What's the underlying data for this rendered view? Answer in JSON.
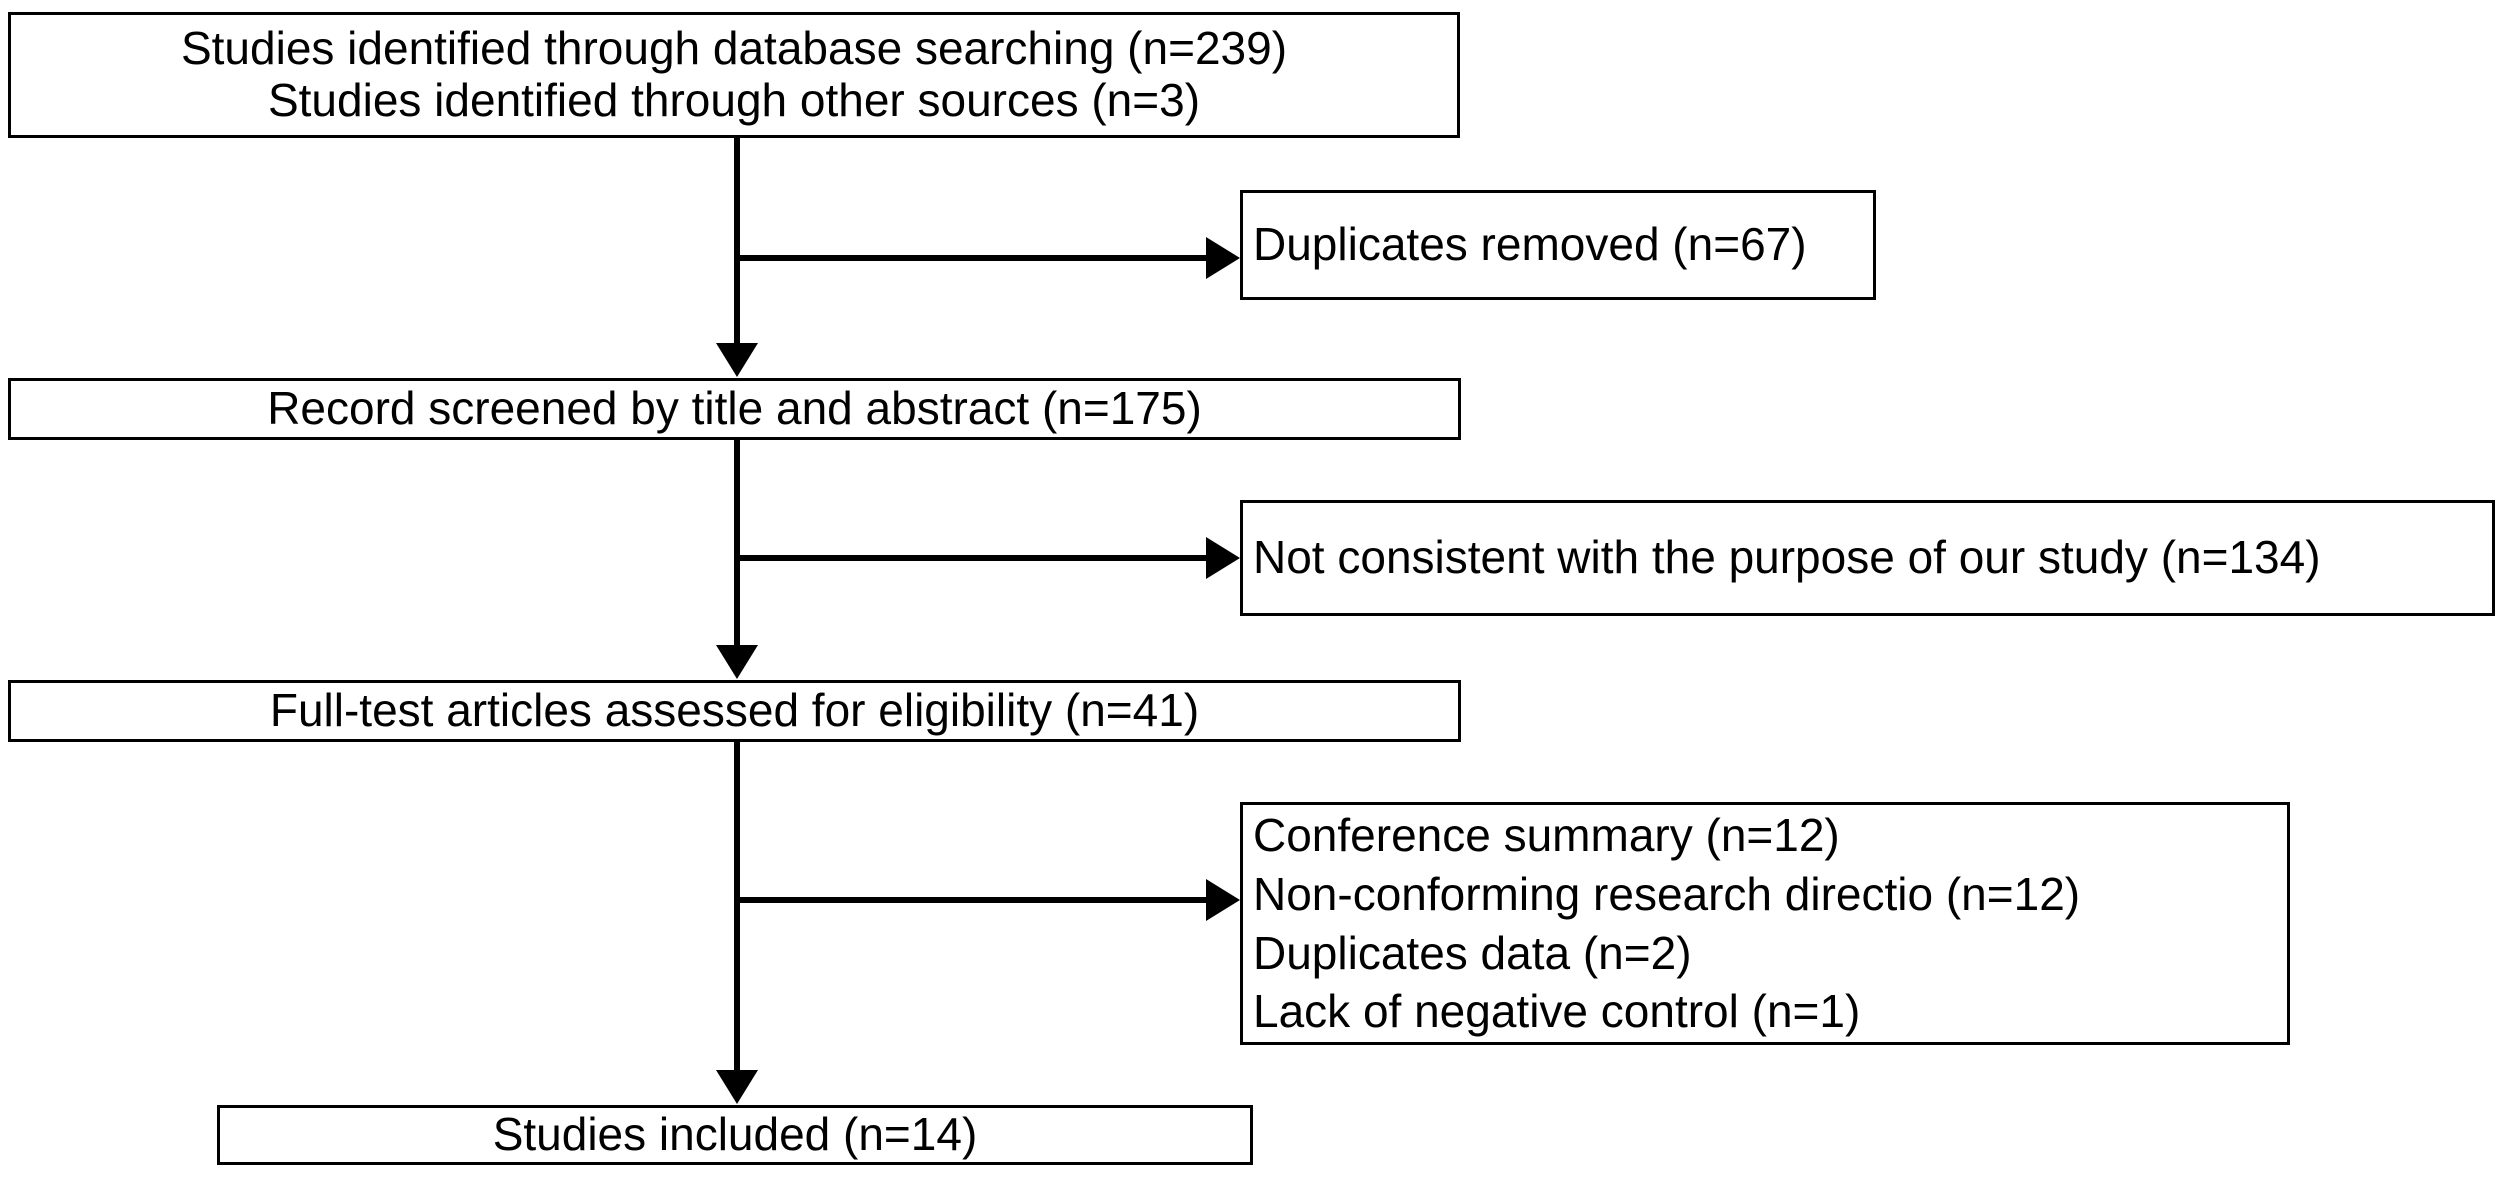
{
  "diagram": {
    "type": "prisma-flow-diagram",
    "title": "",
    "background_color": "#ffffff",
    "line_color": "#000000",
    "text_color": "#000000",
    "boxes": [
      {
        "id": "identification",
        "align": "center",
        "lines": [
          "Studies identified through database searching (n=239)",
          "Studies identified through other sources (n=3)"
        ]
      },
      {
        "id": "duplicates-removed",
        "align": "left",
        "lines": [
          "Duplicates removed (n=67)"
        ]
      },
      {
        "id": "records-screened",
        "align": "center",
        "lines": [
          "Record screened by title and abstract (n=175)"
        ]
      },
      {
        "id": "not-consistent-excluded",
        "align": "left",
        "lines": [
          "Not consistent with the purpose of our study (n=134)"
        ]
      },
      {
        "id": "full-text-assessed",
        "align": "center",
        "lines": [
          "Full-test articles assessed for eligibility (n=41)"
        ]
      },
      {
        "id": "full-text-excluded",
        "align": "left",
        "lines": [
          "Conference  summary (n=12)",
          "Non-conforming research directio (n=12)",
          "Duplicates data (n=2)",
          "Lack of negative control (n=1)"
        ]
      },
      {
        "id": "studies-included",
        "align": "center",
        "lines": [
          "Studies included (n=14)"
        ]
      }
    ],
    "counts": {
      "database_searching": 239,
      "other_sources": 3,
      "duplicates_removed": 67,
      "records_screened": 175,
      "not_consistent_excluded": 134,
      "full_text_assessed": 41,
      "conference_summary": 12,
      "non_conforming_research_direction": 12,
      "duplicates_data": 2,
      "lack_of_negative_control": 1,
      "studies_included": 14
    }
  }
}
